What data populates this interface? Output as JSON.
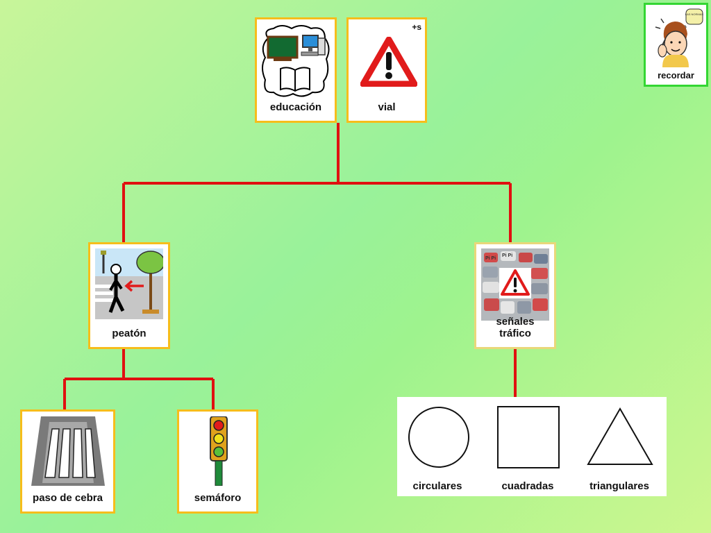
{
  "root_cards": [
    {
      "label": "educación"
    },
    {
      "label": "vial",
      "badge": "+s"
    }
  ],
  "branches": {
    "peaton": {
      "label": "peatón"
    },
    "senales": {
      "label": "señales\ntráfico"
    }
  },
  "leaves": {
    "paso_cebra": {
      "label": "paso de cebra"
    },
    "semaforo": {
      "label": "semáforo"
    }
  },
  "shapes": {
    "circulares": "circulares",
    "cuadradas": "cuadradas",
    "triangulares": "triangulares"
  },
  "remember": {
    "label": "recordar",
    "note": "LAS NORMAS"
  },
  "colors": {
    "connector": "#e01010",
    "card_border": "#f6bd1b",
    "remember_border": "#33d633",
    "warning_red": "#e11b1b"
  }
}
